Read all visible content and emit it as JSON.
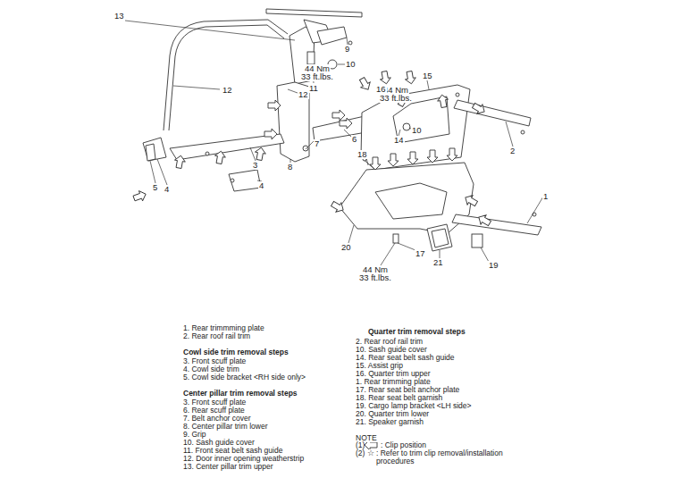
{
  "diagram": {
    "labels": [
      "13",
      "9",
      "10",
      "44 Nm",
      "33 ft.lbs.",
      "11",
      "12",
      "12",
      "44 Nm",
      "33 ft.lbs.",
      "16",
      "15",
      "14",
      "10",
      "2",
      "6",
      "7",
      "8",
      "3",
      "5",
      "4",
      "4",
      "18",
      "1",
      "20",
      "17",
      "21",
      "19",
      "44 Nm",
      "33 ft.lbs.",
      "1. Rear trimmming plate",
      "2. Rear roof rail trim",
      "Cowl side trim removal steps",
      "3. Front scuff plate",
      "4. Cowl side trim",
      "5. Cowl side bracket <RH side only>",
      "Center pillar trim removal steps",
      "3. Front scuff plate",
      "6. Rear scuff plate",
      "7. Belt anchor cover",
      "8. Center pillar trim lower",
      "9. Grip",
      "10. Sash guide cover",
      "11. Front seat belt sash guide",
      "12. Door inner opening weatherstrip",
      "13. Center pillar trim upper",
      "Quarter trim removal steps",
      "2. Rear roof rail trim",
      "10. Sash guide cover",
      "14. Rear seat belt sash guide",
      "15. Assist grip",
      "16. Quarter trim upper",
      "1. Rear trimming plate",
      "17. Rear seat belt anchor plate",
      "18. Rear seat belt garnish",
      "19. Cargo lamp bracket <LH side>",
      "20. Quarter trim lower",
      "21. Speaker garnish",
      "NOTE",
      "(1)",
      ": Clip position",
      "(2)",
      "☆",
      ": Refer to trim clip removal/installation procedures"
    ]
  }
}
